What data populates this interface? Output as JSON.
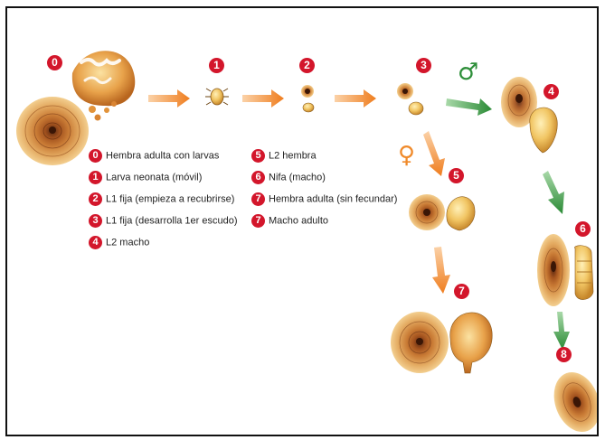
{
  "badges": [
    "0",
    "1",
    "2",
    "3",
    "4",
    "5",
    "6",
    "7",
    "8"
  ],
  "symbols": {
    "male": "♂",
    "female": "♀"
  },
  "legend": [
    {
      "num": "0",
      "text": "Hembra adulta con larvas"
    },
    {
      "num": "1",
      "text": "Larva neonata (móvil)"
    },
    {
      "num": "2",
      "text": "L1 fija (empieza a recubrirse)"
    },
    {
      "num": "3",
      "text": "L1 fija (desarrolla 1er escudo)"
    },
    {
      "num": "4",
      "text": "L2 macho"
    },
    {
      "num": "5",
      "text": "L2 hembra"
    },
    {
      "num": "6",
      "text": "Nifa (macho)"
    },
    {
      "num": "7",
      "text": "Hembra adulta (sin fecundar)"
    },
    {
      "num": "7",
      "text": "Macho adulto"
    }
  ],
  "colors": {
    "badge": "#d3162b",
    "orange_arrow": "#f08a2a",
    "green_arrow": "#2e8f3a",
    "male_symbol": "#2e8f3a",
    "female_symbol": "#f08a2a"
  }
}
